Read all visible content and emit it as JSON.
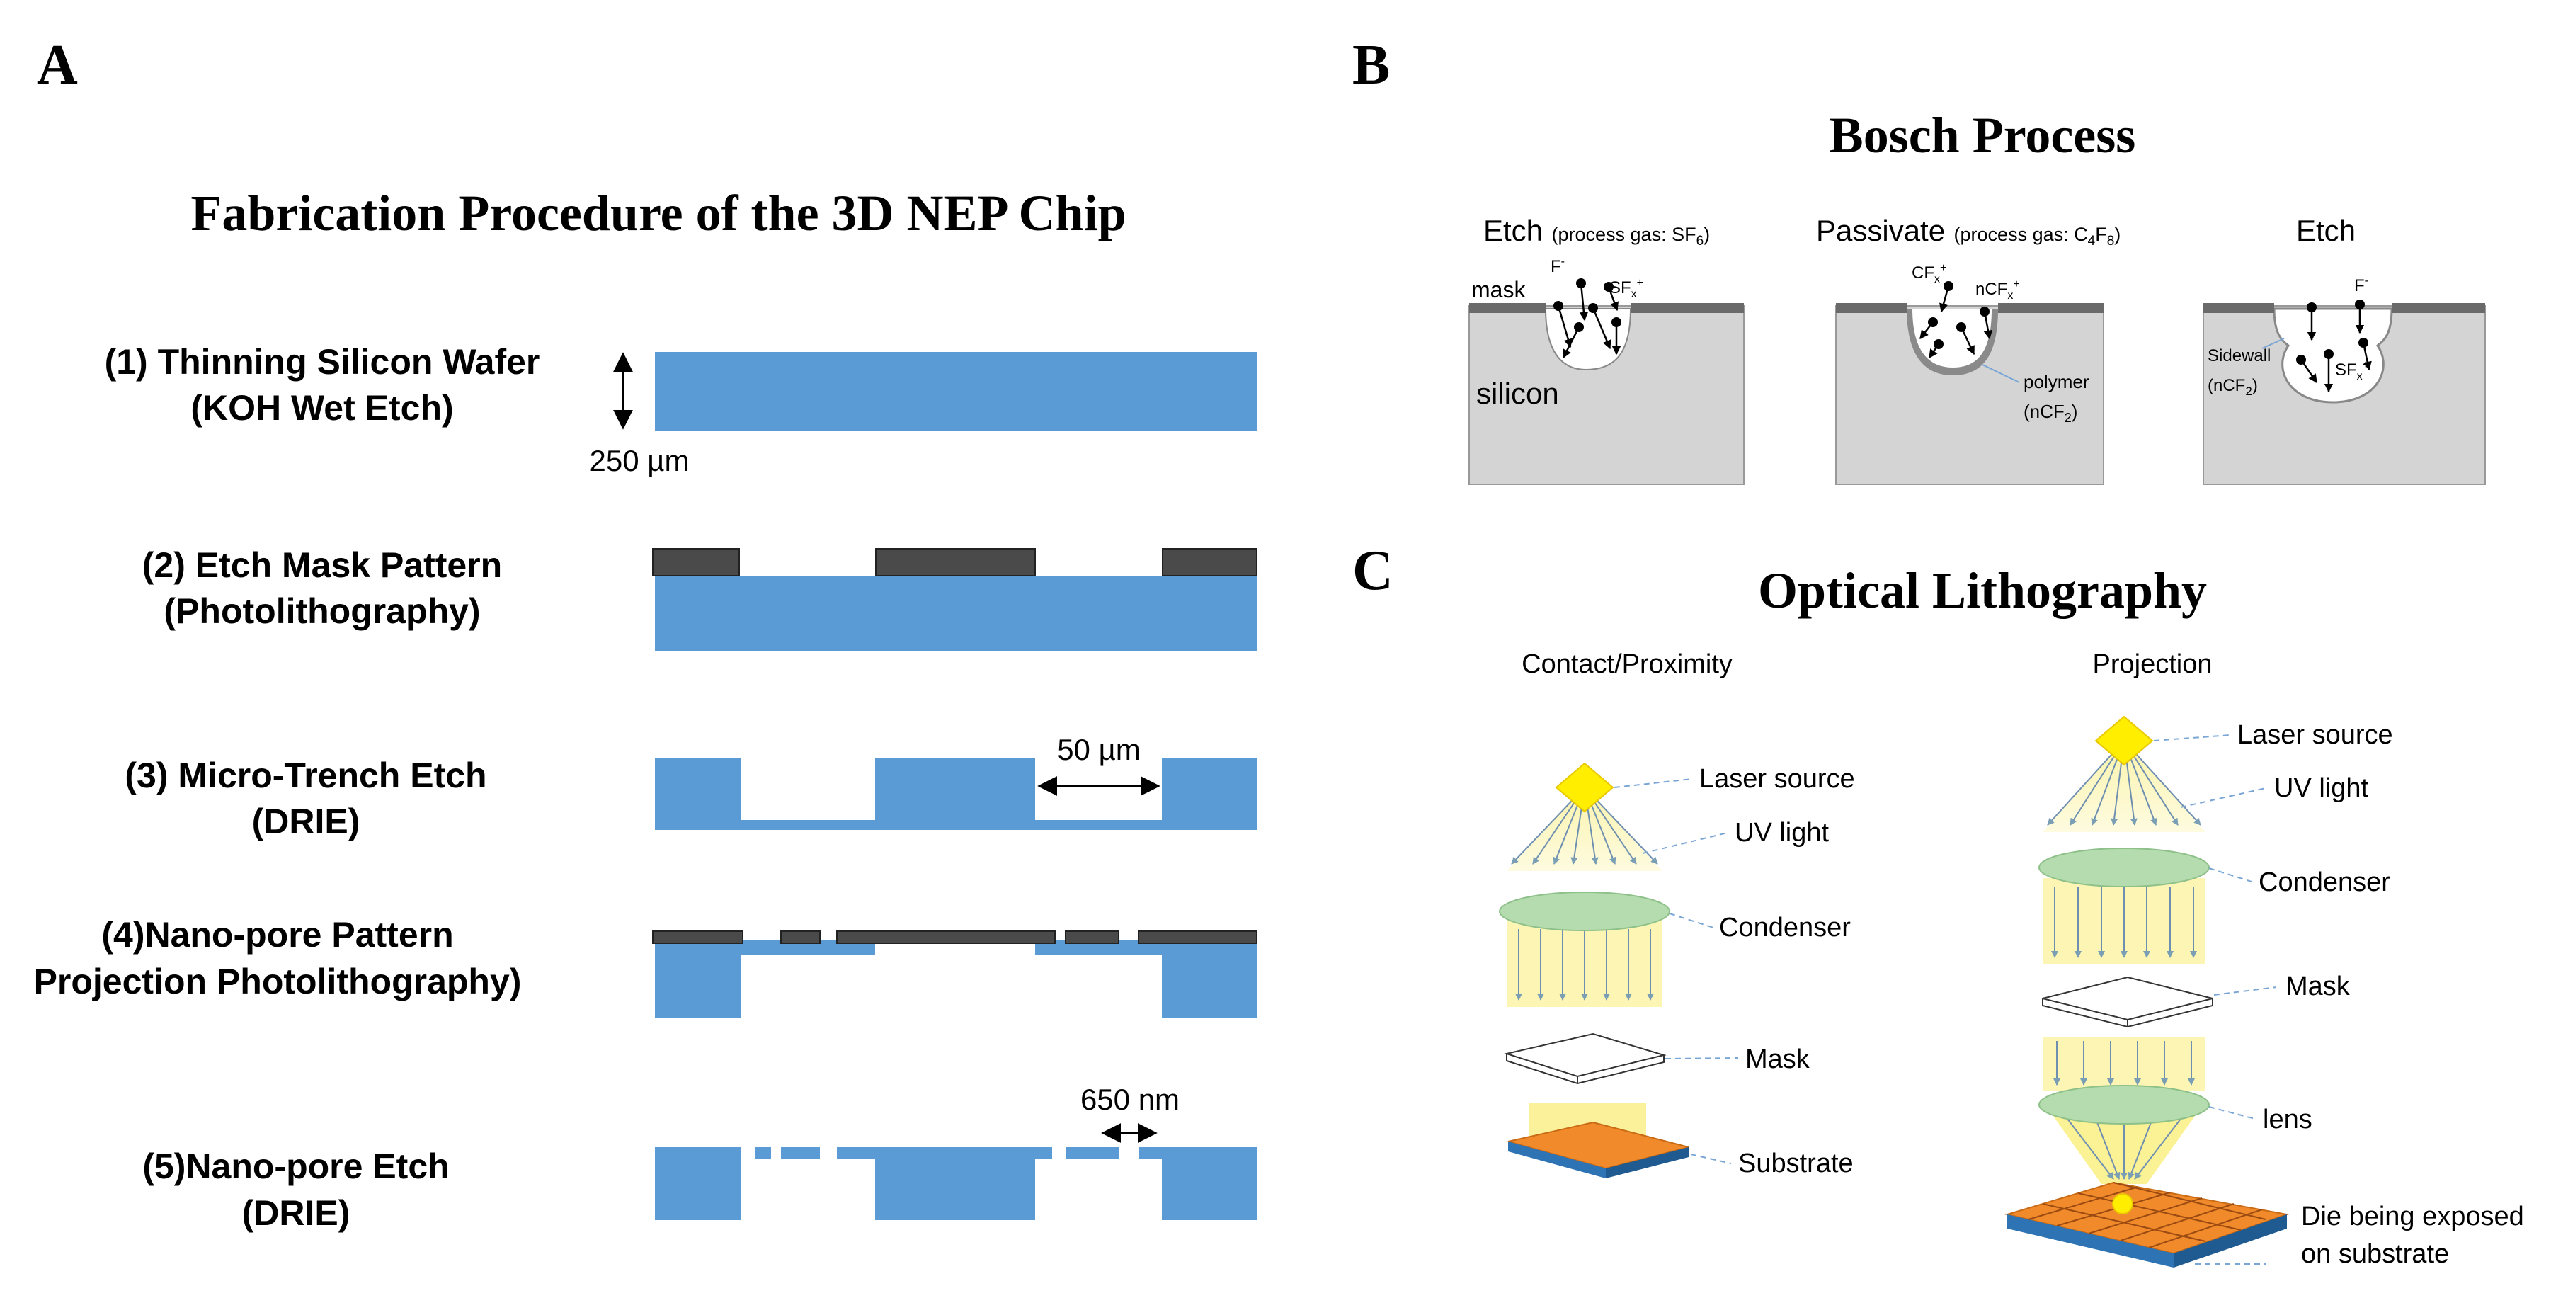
{
  "colors": {
    "silicon_blue": "#5b9bd5",
    "mask_dark": "#4a4a4a",
    "bosch_silicon": "#d4d4d4",
    "laser_yellow": "#ffee00",
    "light_yellow": "#fbf3a6",
    "condenser_green": "#b5dcae",
    "substrate_orange": "#f08a2a",
    "substrate_blue": "#2e74b5",
    "callout_blue": "#7aa6d6"
  },
  "panel_a": {
    "letter": "A",
    "title": "Fabrication Procedure of the 3D NEP Chip",
    "steps": [
      {
        "line1": "(1) Thinning Silicon Wafer",
        "line2": "(KOH Wet Etch)"
      },
      {
        "line1": "(2) Etch Mask Pattern",
        "line2": "(Photolithography)"
      },
      {
        "line1": "(3) Micro-Trench Etch",
        "line2": "(DRIE)"
      },
      {
        "line1": "(4)Nano-pore Pattern",
        "line2": "Projection Photolithography)"
      },
      {
        "line1": "(5)Nano-pore Etch",
        "line2": "(DRIE)"
      }
    ],
    "dim_thickness": "250 µm",
    "dim_trench": "50 µm",
    "dim_pore": "650 nm"
  },
  "panel_b": {
    "letter": "B",
    "title": "Bosch Process",
    "stage1": {
      "name": "Etch",
      "gas_prefix": "(process gas: SF",
      "gas_sub": "6",
      "gas_suffix": ")"
    },
    "stage2": {
      "name": "Passivate",
      "gas_prefix": "(process gas: C",
      "gas_sub1": "4",
      "gas_mid": "F",
      "gas_sub2": "8",
      "gas_suffix": ")"
    },
    "stage3": {
      "name": "Etch"
    },
    "mask_label": "mask",
    "silicon_label": "silicon",
    "f_ion": "F",
    "f_sup": "-",
    "sfx": "SF",
    "sfx_sub": "x",
    "sfx_sup": "+",
    "cfx": "CF",
    "cfx_sub": "x",
    "cfx_sup": "+",
    "ncfx": "nCF",
    "ncfx_sub": "x",
    "ncfx_sup": "+",
    "polymer_line1": "polymer",
    "polymer_line2_a": "(nCF",
    "polymer_line2_sub": "2",
    "polymer_line2_b": ")",
    "sidewall_line1": "Sidewall",
    "sidewall_line2_a": "(nCF",
    "sidewall_line2_sub": "2",
    "sidewall_line2_b": ")"
  },
  "panel_c": {
    "letter": "C",
    "title": "Optical Lithography",
    "left_heading": "Contact/Proximity",
    "right_heading": "Projection",
    "laser_source": "Laser source",
    "uv_light": "UV light",
    "condenser": "Condenser",
    "mask": "Mask",
    "substrate": "Substrate",
    "lens": "lens",
    "die_line1": "Die being exposed",
    "die_line2": "on substrate"
  }
}
